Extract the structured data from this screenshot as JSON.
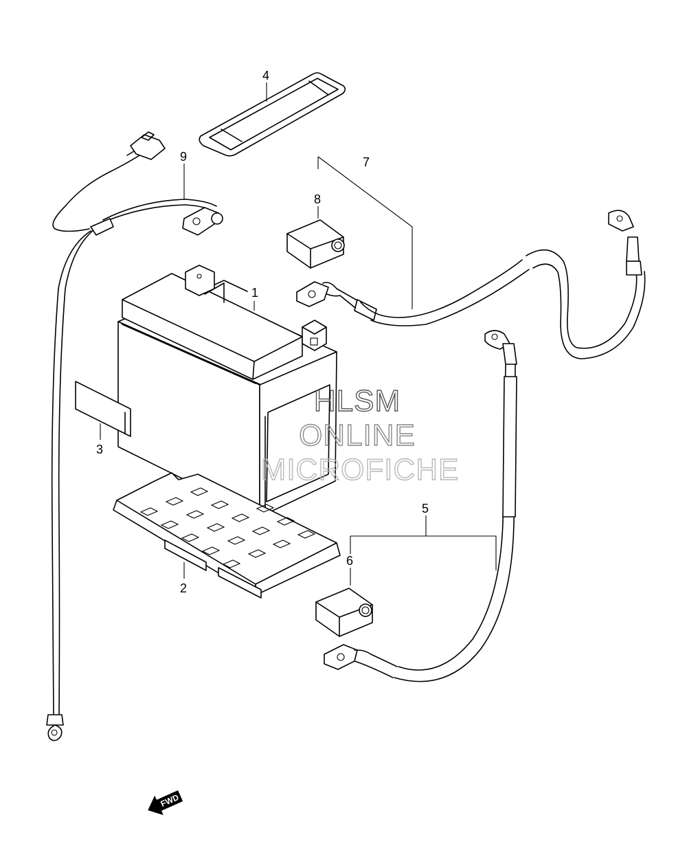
{
  "callouts": {
    "c1": "1",
    "c2": "2",
    "c3": "3",
    "c4": "4",
    "c5": "5",
    "c6": "6",
    "c7": "7",
    "c8": "8",
    "c9": "9"
  },
  "watermark": {
    "line1": "HLSM",
    "line2": "ONLINE",
    "line3": "MICROFICHE",
    "color1": "#555555",
    "color2": "#888888",
    "color3": "#b8b8b8"
  },
  "direction_arrow": {
    "label": "FWD",
    "icon": "fwd-arrow-icon"
  }
}
